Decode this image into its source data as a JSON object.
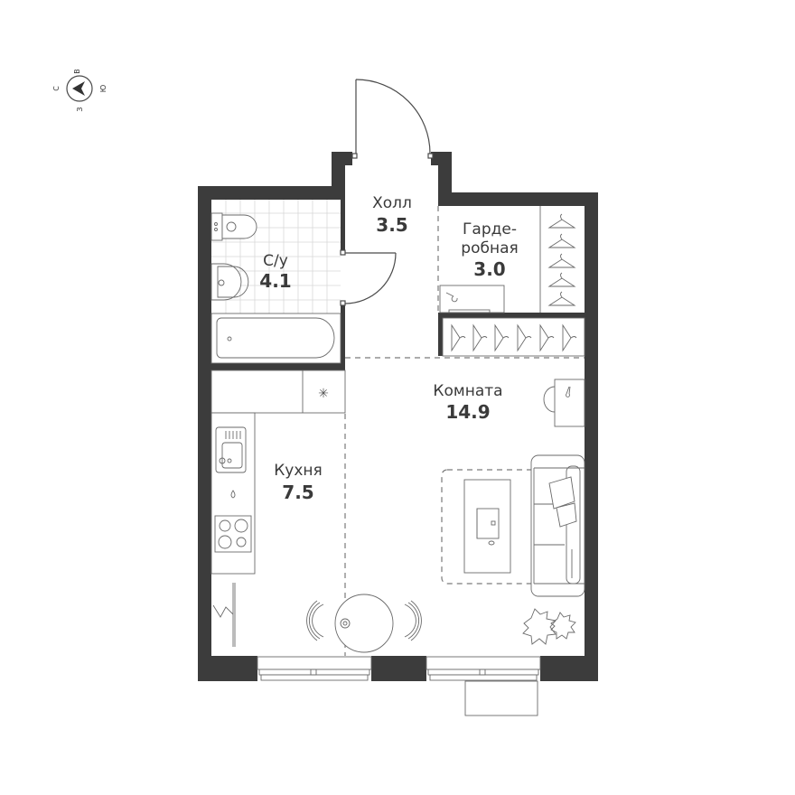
{
  "compass": {
    "north": "С",
    "east": "В",
    "south": "Ю",
    "west": "З",
    "arrow_direction": "left"
  },
  "rooms": {
    "hall": {
      "name": "Холл",
      "area": "3.5"
    },
    "bathroom": {
      "name": "С/у",
      "area": "4.1"
    },
    "wardrobe": {
      "name_line1": "Гарде-",
      "name_line2": "робная",
      "area": "3.0"
    },
    "room": {
      "name": "Комната",
      "area": "14.9"
    },
    "kitchen": {
      "name": "Кухня",
      "area": "7.5"
    }
  },
  "colors": {
    "wall": "#3c3c3c",
    "line": "#4a4a4a",
    "background": "#ffffff"
  }
}
